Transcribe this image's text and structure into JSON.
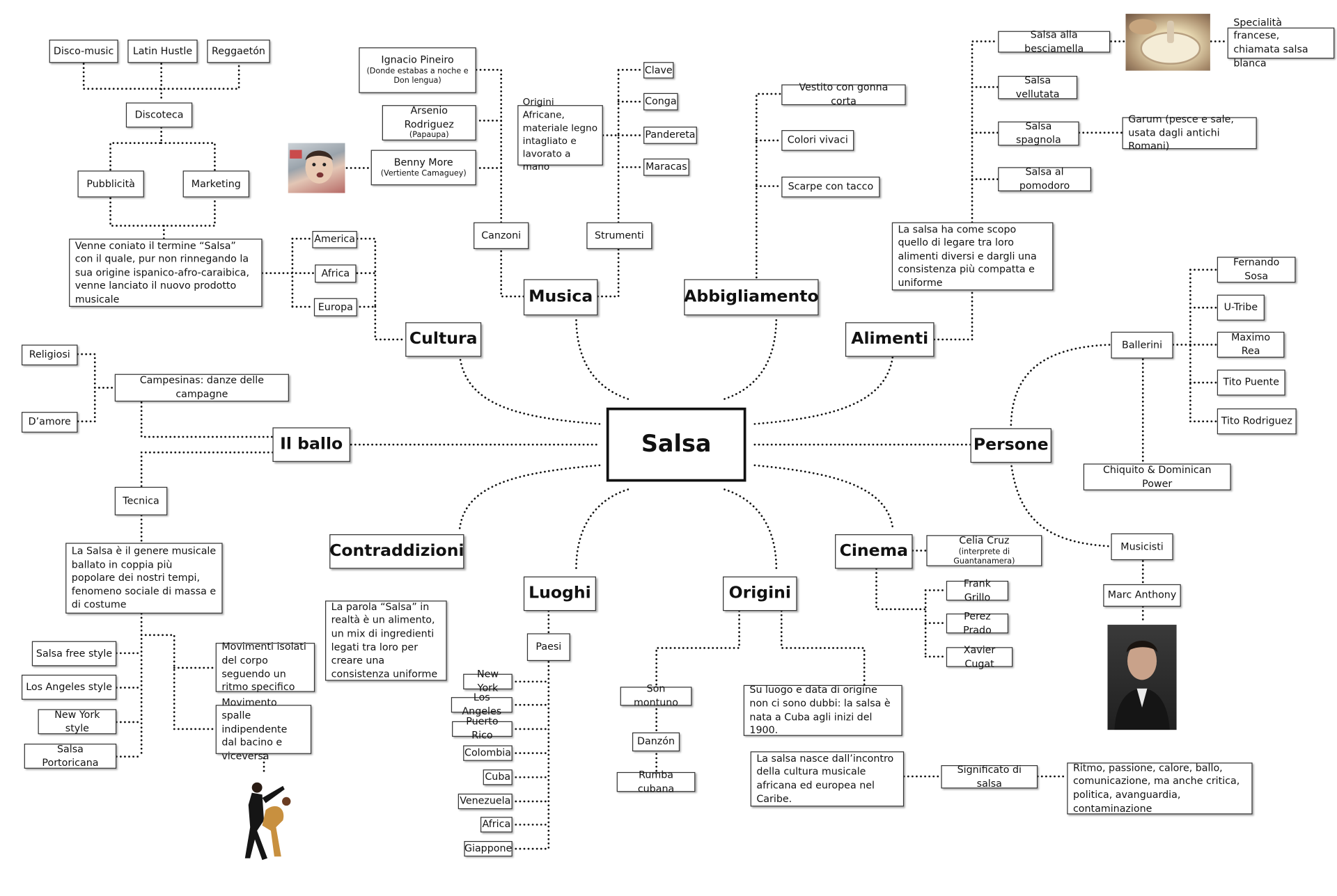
{
  "center": "Salsa",
  "categories": {
    "musica": "Musica",
    "abbigliamento": "Abbigliamento",
    "cultura": "Cultura",
    "alimenti": "Alimenti",
    "ballo": "Il ballo",
    "persone": "Persone",
    "contraddizioni": "Contraddizioni",
    "luoghi": "Luoghi",
    "origini": "Origini",
    "cinema": "Cinema"
  },
  "ballo_origins": {
    "disco_music": "Disco-music",
    "latin_hustle": "Latin Hustle",
    "reggaeton": "Reggaetón",
    "discoteca": "Discoteca",
    "pubblicita": "Pubblicità",
    "marketing": "Marketing",
    "termine": "Venne coniato il termine “Salsa” con il quale, pur non rinnegando la sua origine ispanico-afro-caraibica, venne lanciato il nuovo prodotto musicale"
  },
  "cultura": {
    "america": "America",
    "africa": "Africa",
    "europa": "Europa"
  },
  "musica": {
    "canzoni": "Canzoni",
    "strumenti": "Strumenti",
    "pineiro_title": "Ignacio Pineiro",
    "pineiro_sub": "(Donde estabas a noche e Don lengua)",
    "rodriguez_title": "Arsenio Rodriguez",
    "rodriguez_sub": "(Papaupa)",
    "more_title": "Benny More",
    "more_sub": "(Vertiente Camaguey)",
    "origini_strumenti": "Origini Africane, materiale legno intagliato e lavorato a mano",
    "clave": "Clave",
    "conga": "Conga",
    "pandereta": "Pandereta",
    "maracas": "Maracas"
  },
  "abbigliamento": {
    "vestito": "Vestito con gonna corta",
    "colori": "Colori vivaci",
    "scarpe": "Scarpe con tacco"
  },
  "alimenti": {
    "besciamella": "Salsa alla besciamella",
    "specialita": "Specialità francese, chiamata salsa blanca",
    "vellutata": "Salsa vellutata",
    "spagnola": "Salsa spagnola",
    "garum": "Garum (pesce e sale, usata dagli antichi Romani)",
    "pomodoro": "Salsa al pomodoro",
    "scopo": "La salsa ha come scopo quello di legare tra loro alimenti diversi e dargli una consistenza più compatta e uniforme"
  },
  "persone": {
    "ballerini": "Ballerini",
    "fernando": "Fernando Sosa",
    "utribe": "U-Tribe",
    "maximo": "Maximo Rea",
    "tito_puente": "Tito Puente",
    "tito_rodriguez": "Tito Rodriguez",
    "chiquito": "Chiquito & Dominican Power",
    "musicisti": "Musicisti",
    "marc": "Marc Anthony"
  },
  "ballo": {
    "religiosi": "Religiosi",
    "damore": "D’amore",
    "campesinas": "Campesinas: danze delle campagne",
    "tecnica": "Tecnica",
    "genere": "La Salsa è il genere musicale ballato in coppia più popolare dei nostri tempi, fenomeno sociale di massa e di costume",
    "free_style": "Salsa free style",
    "los_angeles_style": "Los Angeles style",
    "new_york_style": "New York style",
    "portoricana": "Salsa Portoricana",
    "movimenti_isolati": "Movimenti isolati del corpo seguendo un ritmo specifico",
    "movimento_bacino": "Movimento spalle indipendente dal bacino e viceversa"
  },
  "contraddizioni": {
    "parola": "La parola “Salsa” in realtà è un alimento, un mix di ingredienti legati tra loro per creare una consistenza uniforme"
  },
  "luoghi": {
    "paesi": "Paesi",
    "list": [
      "New York",
      "Los Angeles",
      "Puerto Rico",
      "Colombia",
      "Cuba",
      "Venezuela",
      "Africa",
      "Giappone"
    ]
  },
  "origini": {
    "son_montuno": "Son montuno",
    "danzon": "Danzón",
    "rumba": "Rumba cubana",
    "luogo_data": "Su luogo e data di origine non ci sono dubbi: la salsa è nata a Cuba agli inizi del 1900.",
    "incontro": "La salsa nasce dall’incontro della cultura musicale africana ed europea nel Caribe.",
    "significato": "Significato di salsa",
    "ritmo": "Ritmo, passione, calore, ballo, comunicazione, ma anche critica, politica, avanguardia, contaminazione"
  },
  "cinema": {
    "celia_title": "Celia Cruz",
    "celia_sub": "(interprete di Guantanamera)",
    "frank": "Frank Grillo",
    "perez": "Perez Prado",
    "xavier": "Xavier Cugat"
  }
}
